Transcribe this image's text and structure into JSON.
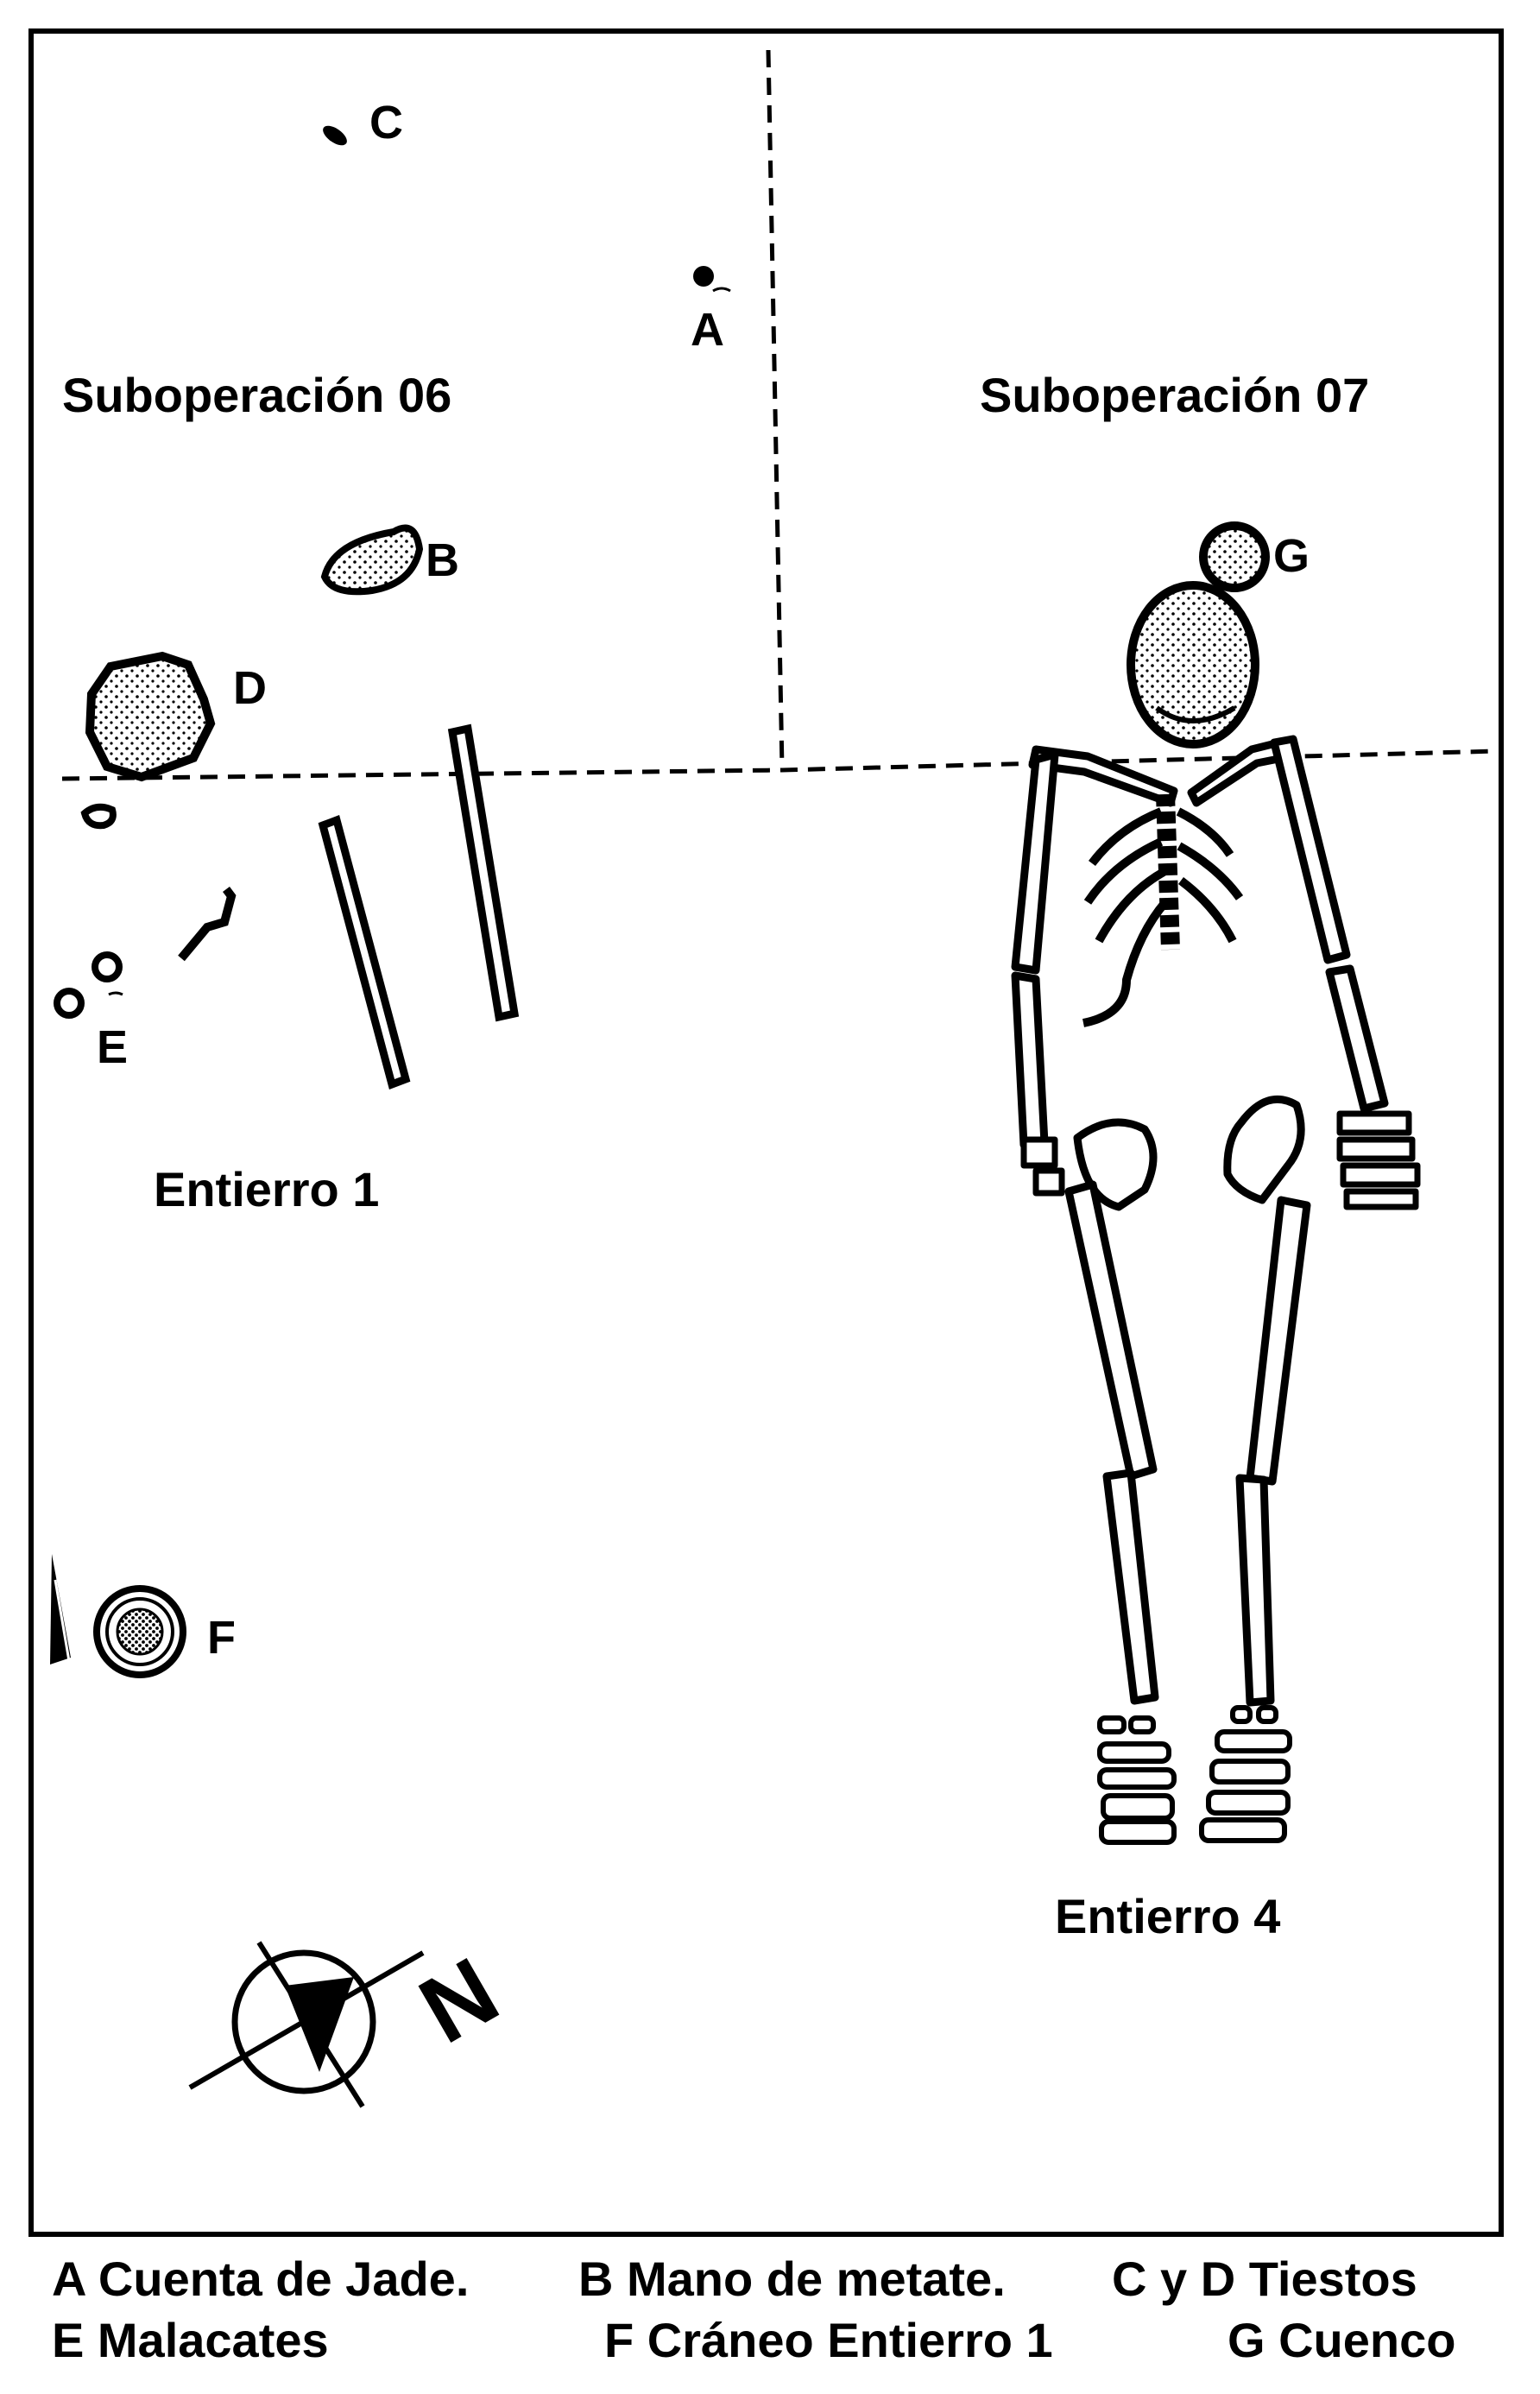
{
  "plan": {
    "areas": {
      "left": "Suboperación 06",
      "right": "Suboperación 07"
    },
    "burials": {
      "left": "Entierro 1",
      "right": "Entierro 4"
    },
    "markers": {
      "a": "A",
      "b": "B",
      "c": "C",
      "d": "D",
      "e": "E",
      "f": "F",
      "g": "G"
    },
    "north": "N"
  },
  "legend": {
    "row1": [
      "A  Cuenta de Jade.",
      "B  Mano de metate.",
      "C y D  Tiestos"
    ],
    "row2": [
      "E  Malacates",
      "F  Cráneo Entierro 1",
      "G  Cuenco"
    ]
  },
  "colors": {
    "ink": "#000000",
    "paper": "#ffffff"
  },
  "icons": [
    "north-arrow-icon",
    "skeleton-icon"
  ]
}
